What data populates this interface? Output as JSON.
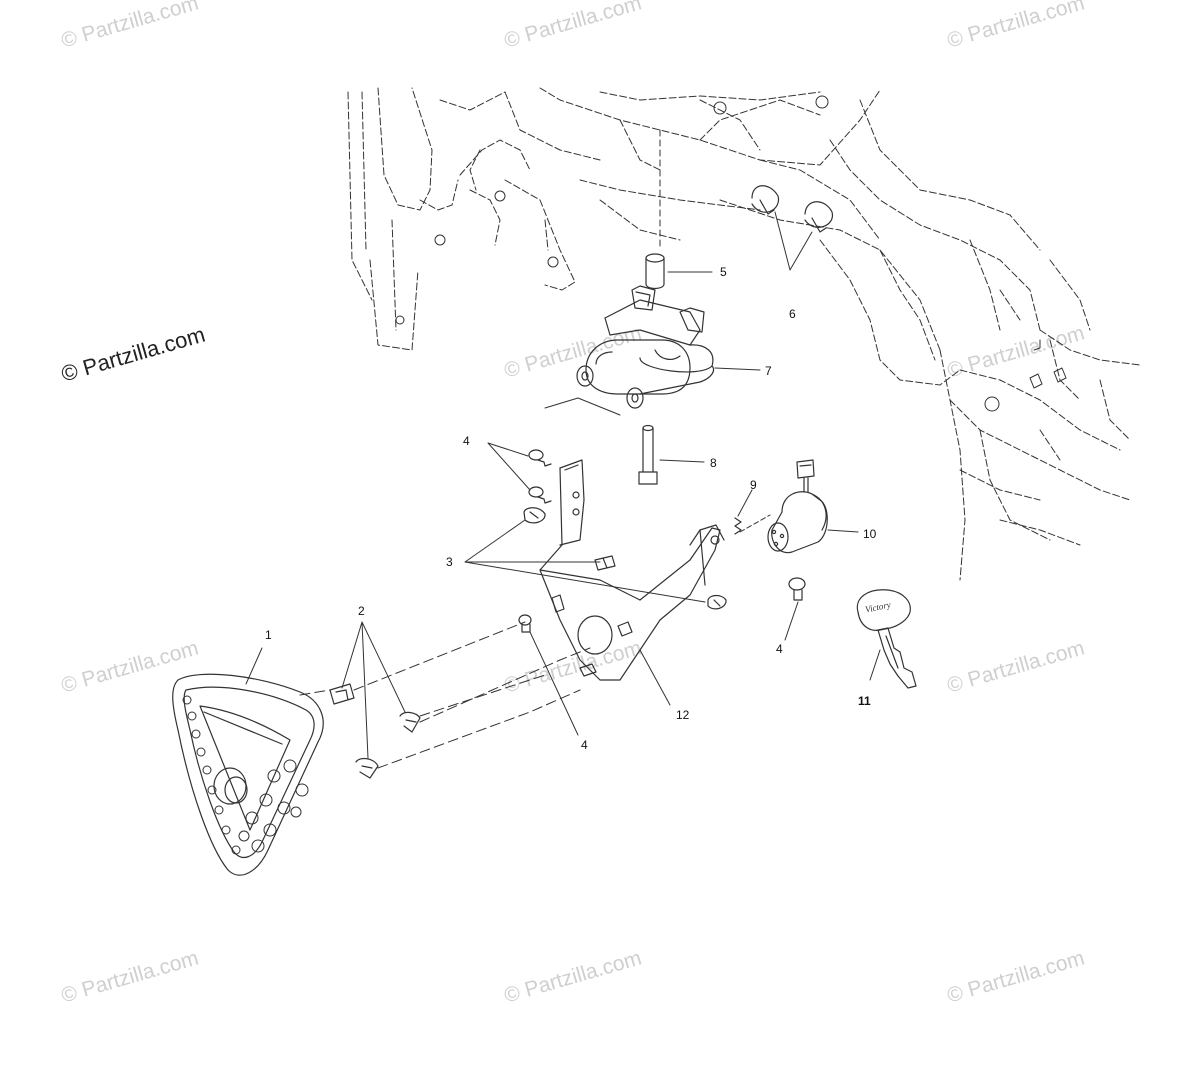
{
  "watermarks": {
    "main": "© Partzilla.com",
    "faded": "© Partzilla.com"
  },
  "callouts": {
    "c1": "1",
    "c2": "2",
    "c3": "3",
    "c4a": "4",
    "c4b": "4",
    "c4c": "4",
    "c5": "5",
    "c6": "6",
    "c7": "7",
    "c8": "8",
    "c9": "9",
    "c10": "10",
    "c11": "11",
    "c12": "12"
  },
  "key_logo": "Victory",
  "colors": {
    "line": "#333333",
    "watermark": "#cfcfcf"
  }
}
